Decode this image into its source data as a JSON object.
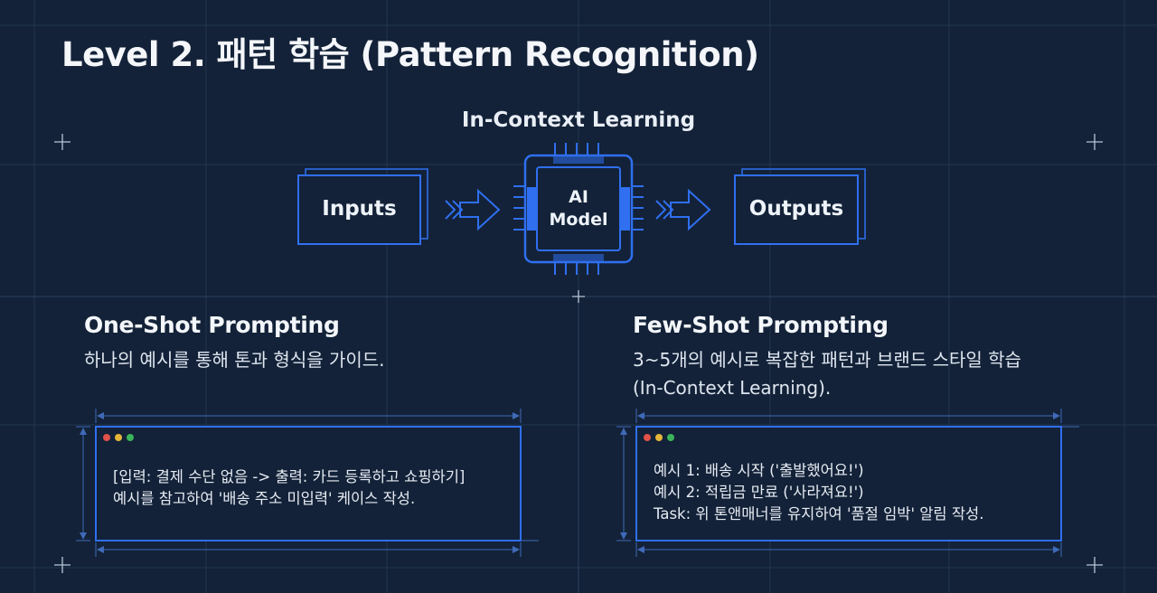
{
  "title": "Level 2. 패턴 학습 (Pattern Recognition)",
  "diagram": {
    "caption": "In-Context Learning",
    "inputs_label": "Inputs",
    "model_label_line1": "AI",
    "model_label_line2": "Model",
    "outputs_label": "Outputs"
  },
  "one_shot": {
    "heading": "One-Shot Prompting",
    "description": "하나의 예시를 통해 톤과 형식을 가이드.",
    "code_lines": [
      "[입력: 결제 수단 없음 -> 출력: 카드 등록하고 쇼핑하기]",
      "예시를 참고하여 '배송 주소 미입력' 케이스 작성."
    ]
  },
  "few_shot": {
    "heading": "Few-Shot Prompting",
    "description_lines": [
      "3~5개의 예시로 복잡한 패턴과 브랜드 스타일 학습",
      "(In-Context Learning)."
    ],
    "code_lines": [
      "예시 1: 배송 시작 ('출발했어요!')",
      "예시 2: 적립금 만료 ('사라져요!')",
      "Task: 위 톤앤매너를 유지하여 '품절 임박' 알림 작성."
    ]
  },
  "colors": {
    "background": "#132238",
    "accent_blue": "#2f6ff0",
    "grid_line": "#2a3d57",
    "dot_red": "#e0524a",
    "dot_yellow": "#e5b53a",
    "dot_green": "#3bb35a"
  }
}
